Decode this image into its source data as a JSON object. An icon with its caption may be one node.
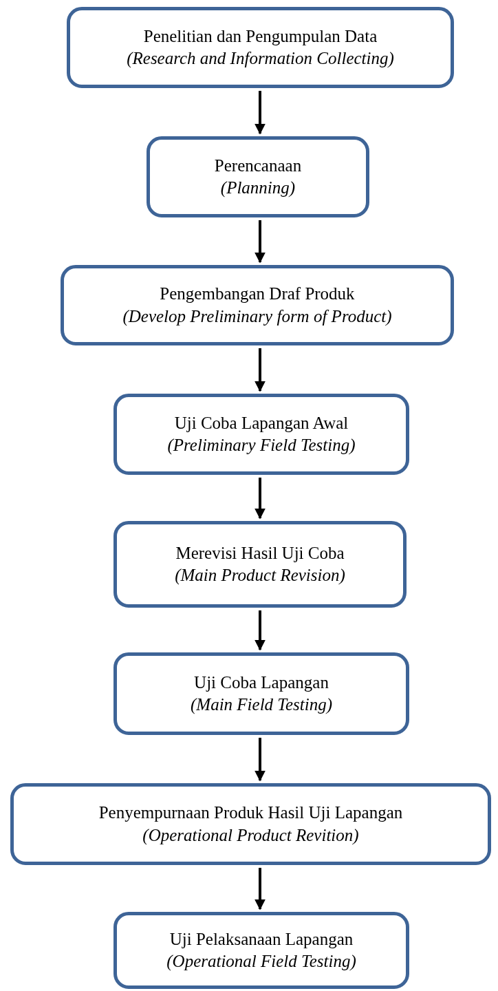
{
  "diagram": {
    "nodes": [
      {
        "text": [
          "Penelitian dan Pengumpulan Data",
          "(Research and Information Collecting)"
        ]
      },
      {
        "text": [
          "Perencanaan",
          "(Planning)"
        ]
      },
      {
        "text": [
          "Pengembangan Draf Produk",
          "(Develop Preliminary form of Product)"
        ]
      },
      {
        "text": [
          "Uji Coba Lapangan Awal",
          "(Preliminary Field Testing)"
        ]
      },
      {
        "text": [
          "Merevisi Hasil Uji Coba",
          "(Main Product Revision)"
        ]
      },
      {
        "text": [
          "Uji Coba Lapangan",
          "(Main Field Testing)"
        ]
      },
      {
        "text": [
          "Penyempurnaan Produk Hasil Uji Lapangan",
          "(Operational Product Revition)"
        ]
      },
      {
        "text": [
          "Uji Pelaksanaan Lapangan",
          "(Operational Field Testing)"
        ]
      }
    ],
    "edges": [
      {
        "from": 0,
        "to": 1,
        "arrow": "to"
      },
      {
        "from": 1,
        "to": 2,
        "arrow": "to"
      },
      {
        "from": 2,
        "to": 3,
        "arrow": "to"
      },
      {
        "from": 3,
        "to": 4,
        "arrow": "to"
      },
      {
        "from": 4,
        "to": 5,
        "arrow": "to"
      },
      {
        "from": 5,
        "to": 6,
        "arrow": "to"
      },
      {
        "from": 6,
        "to": 7,
        "arrow": "to"
      }
    ]
  }
}
